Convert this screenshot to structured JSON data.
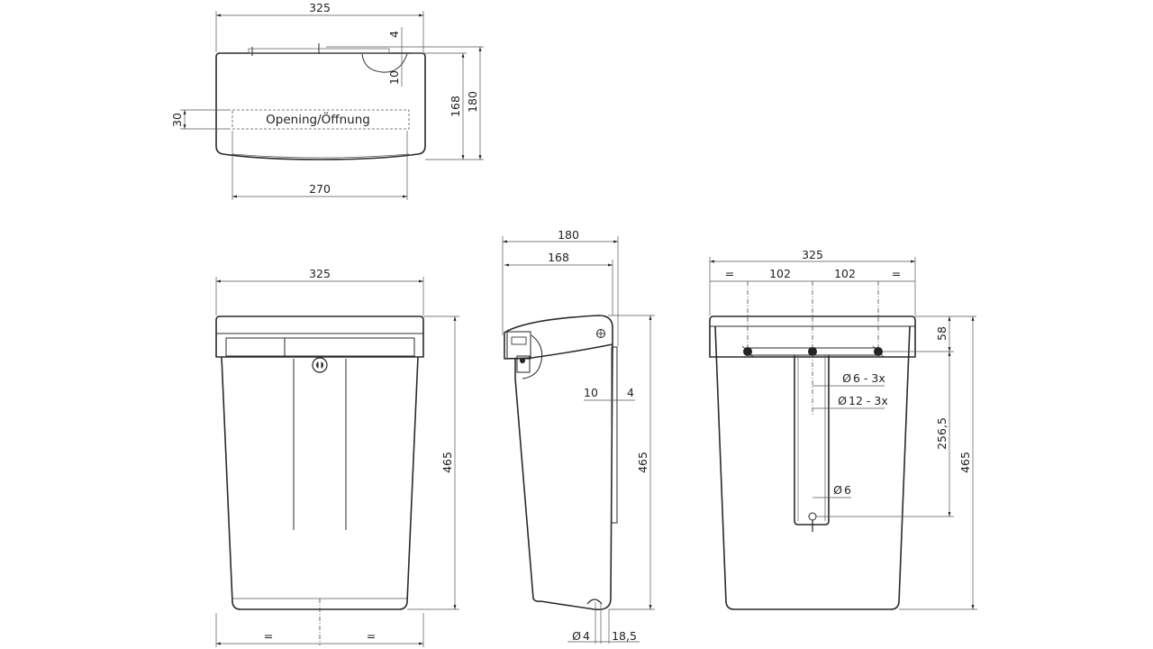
{
  "top_view": {
    "label_opening": "Opening/Öffnung",
    "dim_width": "325",
    "dim_opening_width": "270",
    "dim_opening_height": "30",
    "dim_depth_inner": "168",
    "dim_depth_outer": "180",
    "dim_small_a": "4",
    "dim_small_b": "10"
  },
  "front_view": {
    "dim_width": "325",
    "dim_height": "465",
    "dim_equal_left": "=",
    "dim_equal_right": "="
  },
  "side_view": {
    "dim_depth_outer": "180",
    "dim_depth_inner": "168",
    "dim_a": "10",
    "dim_b": "4",
    "dim_height": "465",
    "dim_drain_label": "4",
    "dim_offset": "18,5"
  },
  "rear_view": {
    "dim_width": "325",
    "dim_equal_left": "=",
    "dim_spacing_left": "102",
    "dim_spacing_right": "102",
    "dim_equal_right": "=",
    "dim_top": "58",
    "dim_hole_spacing": "256,5",
    "dim_height": "465",
    "hole_small_label": "6 - 3x",
    "hole_large_label": "12 - 3x",
    "hole_single_label": "6"
  },
  "diameter_symbol": "Ø"
}
